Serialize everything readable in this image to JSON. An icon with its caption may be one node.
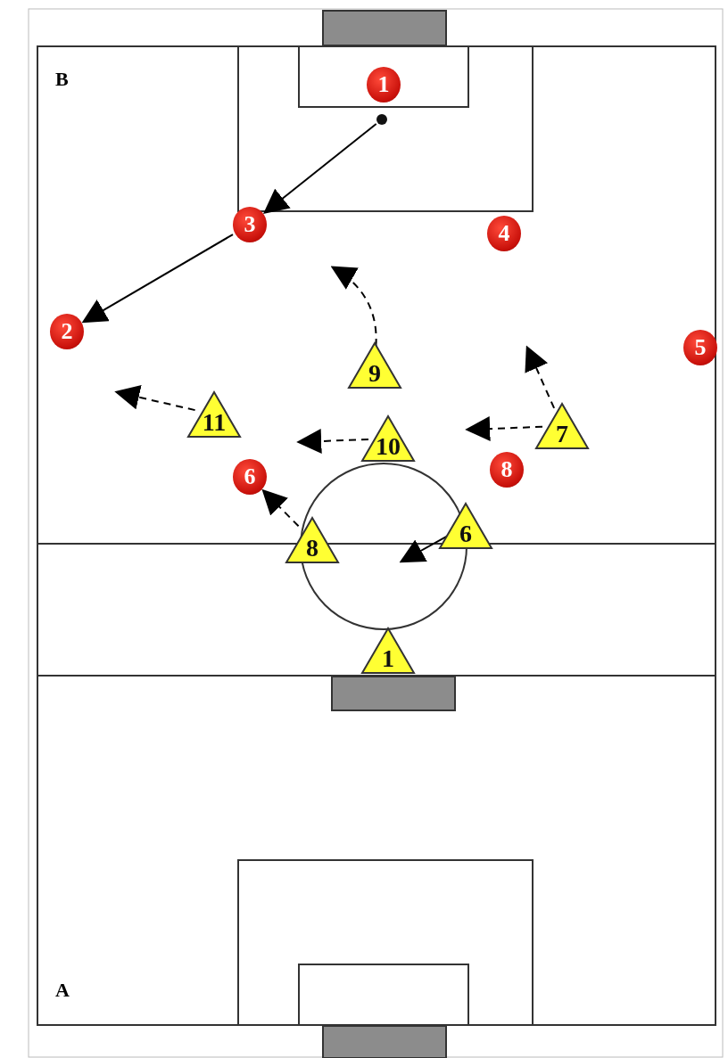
{
  "diagram": {
    "nodes": [
      {
        "text": [
          "1"
        ]
      },
      {
        "text": [],
        "shape": "circle"
      },
      {
        "text": [
          "3"
        ]
      },
      {
        "text": [
          "4"
        ]
      },
      {
        "text": [
          "2"
        ]
      },
      {
        "text": [
          "5"
        ]
      },
      {
        "text": [
          "9"
        ]
      },
      {
        "text": [
          "11"
        ]
      },
      {
        "text": [
          "10"
        ]
      },
      {
        "text": [
          "7"
        ]
      },
      {
        "text": [
          "6"
        ]
      },
      {
        "text": [
          "8"
        ]
      },
      {
        "text": [
          "6"
        ]
      },
      {
        "text": [
          "8"
        ]
      },
      {
        "text": [
          "1"
        ]
      }
    ],
    "edges": [
      {
        "from": 1,
        "to": 2,
        "arrow": "to"
      },
      {
        "from": 2,
        "to": 4,
        "arrow": "to"
      },
      {
        "from": 6,
        "to": null,
        "arrow": "to",
        "style": "dashed"
      },
      {
        "from": 7,
        "to": null,
        "arrow": "to",
        "style": "dashed"
      },
      {
        "from": 8,
        "to": null,
        "arrow": "to",
        "style": "dashed"
      },
      {
        "from": 9,
        "to": null,
        "arrow": "to",
        "style": "dashed"
      },
      {
        "from": 9,
        "to": null,
        "arrow": "to",
        "style": "dashed"
      },
      {
        "from": 13,
        "to": 10,
        "arrow": "to",
        "style": "dashed"
      },
      {
        "from": 12,
        "to": null,
        "arrow": "to"
      }
    ],
    "labels": [
      "B",
      "A"
    ]
  }
}
